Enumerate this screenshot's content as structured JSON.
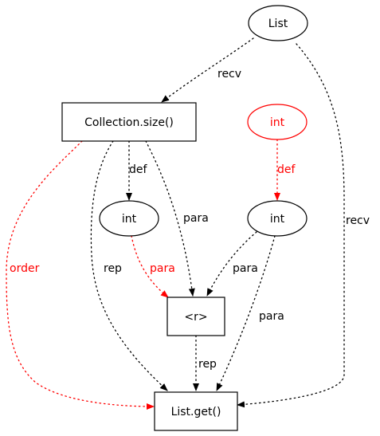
{
  "nodes": {
    "list": {
      "label": "List",
      "shape": "ellipse",
      "color": "#000000"
    },
    "collection_size": {
      "label": "Collection.size()",
      "shape": "box",
      "color": "#000000"
    },
    "int_red": {
      "label": "int",
      "shape": "ellipse",
      "color": "#ff0000"
    },
    "int_left": {
      "label": "int",
      "shape": "ellipse",
      "color": "#000000"
    },
    "int_right": {
      "label": "int",
      "shape": "ellipse",
      "color": "#000000"
    },
    "r": {
      "label": "<r>",
      "shape": "box",
      "color": "#000000"
    },
    "list_get": {
      "label": "List.get()",
      "shape": "box",
      "color": "#000000"
    }
  },
  "edges": {
    "list_to_size": {
      "label": "recv",
      "color": "#000000"
    },
    "list_to_get": {
      "label": "recv",
      "color": "#000000"
    },
    "size_order_get": {
      "label": "order",
      "color": "#ff0000"
    },
    "size_rep_get": {
      "label": "rep",
      "color": "#000000"
    },
    "size_def_int": {
      "label": "def",
      "color": "#000000"
    },
    "size_para_r": {
      "label": "para",
      "color": "#000000"
    },
    "intred_def_int": {
      "label": "def",
      "color": "#ff0000"
    },
    "intleft_para_r": {
      "label": "para",
      "color": "#ff0000"
    },
    "intright_para_r": {
      "label": "para",
      "color": "#000000"
    },
    "intright_para_get": {
      "label": "para",
      "color": "#000000"
    },
    "r_rep_get": {
      "label": "rep",
      "color": "#000000"
    }
  }
}
